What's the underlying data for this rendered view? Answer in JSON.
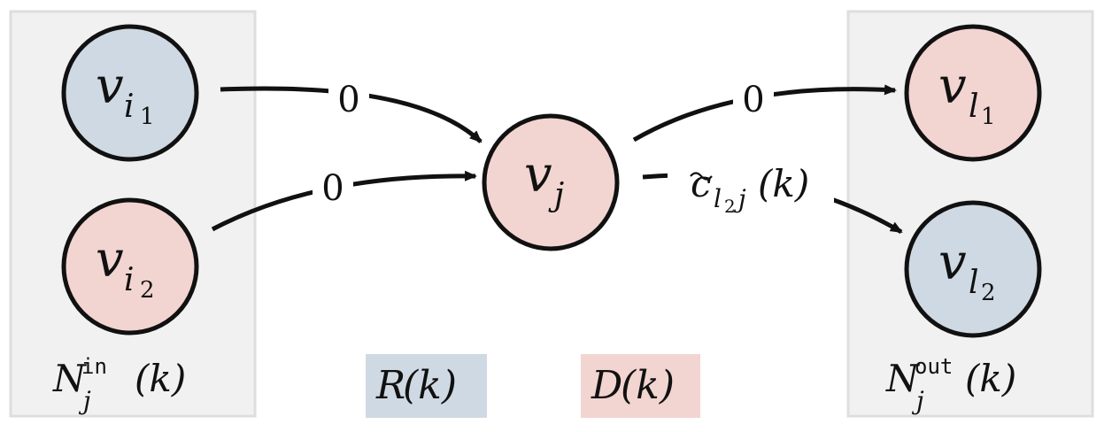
{
  "colors": {
    "remote": "#cfd9e3",
    "dealer": "#f2d4d0",
    "group_bg": "#f1f1f1",
    "group_border": "#dedede",
    "stroke": "#111111"
  },
  "nodes": {
    "vi1": {
      "base": "v",
      "sub": "i",
      "subsub": "1",
      "color_role": "remote"
    },
    "vi2": {
      "base": "v",
      "sub": "i",
      "subsub": "2",
      "color_role": "dealer"
    },
    "vj": {
      "base": "v",
      "sub": "j",
      "color_role": "dealer"
    },
    "vl1": {
      "base": "v",
      "sub": "l",
      "subsub": "1",
      "color_role": "dealer"
    },
    "vl2": {
      "base": "v",
      "sub": "l",
      "subsub": "2",
      "color_role": "remote"
    }
  },
  "edges": {
    "e1": {
      "label": "0"
    },
    "e2": {
      "label": "0"
    },
    "e3": {
      "label": "0"
    },
    "e4": {
      "label_base": "c",
      "label_sub1": "l",
      "label_subsub": "2",
      "label_sub2": "j",
      "label_arg": "(k)"
    }
  },
  "groups": {
    "in": {
      "base": "N",
      "sub": "j",
      "sup": "in",
      "arg": "(k)"
    },
    "out": {
      "base": "N",
      "sub": "j",
      "sup": "out",
      "arg": "(k)"
    }
  },
  "legend": {
    "remote": {
      "base": "R",
      "arg": "(k)"
    },
    "dealer": {
      "base": "D",
      "arg": "(k)"
    }
  }
}
